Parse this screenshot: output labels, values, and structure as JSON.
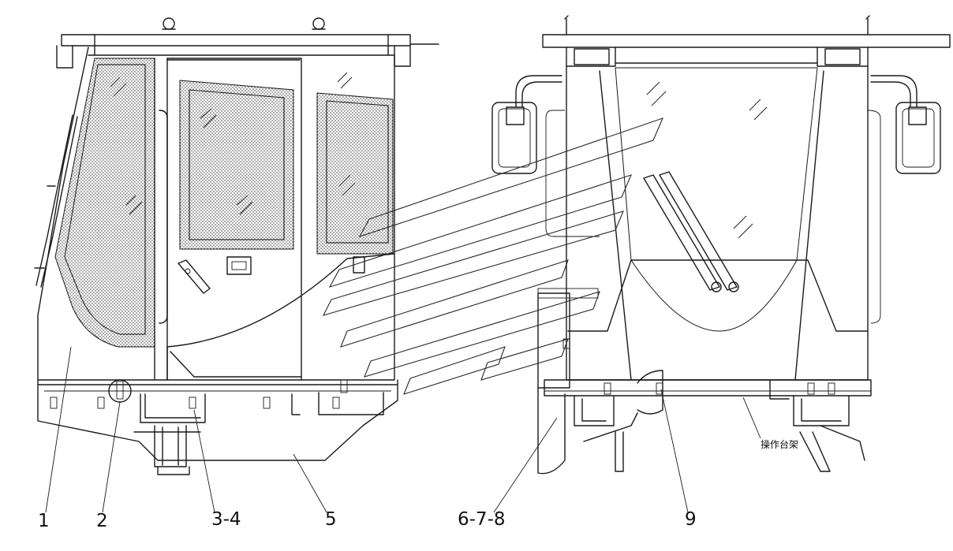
{
  "callouts": {
    "c1": "1",
    "c2": "2",
    "c3": "3-4",
    "c5": "5",
    "c6": "6-7-8",
    "c9": "9"
  },
  "notes": {
    "frame_label": "操作台架"
  }
}
